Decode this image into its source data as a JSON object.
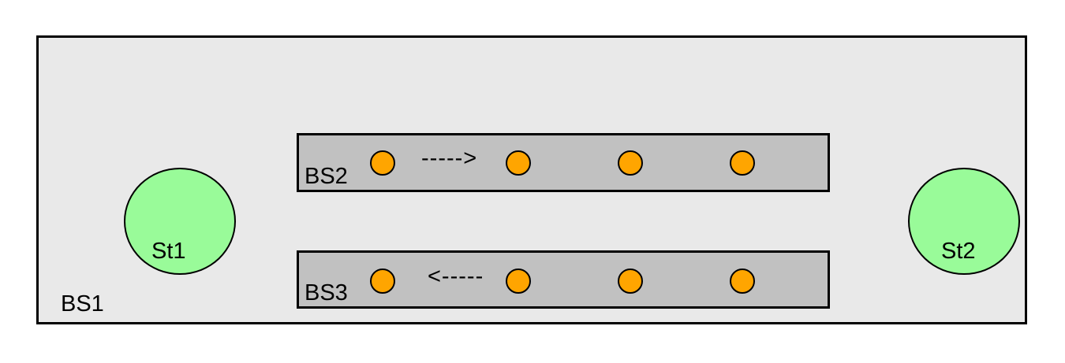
{
  "colors": {
    "background": "#ffffff",
    "region_fill": "#e9e9e9",
    "bus_fill": "#c1c1c1",
    "station_fill": "#99fb99",
    "node_fill": "#ffa500",
    "outline": "#000000"
  },
  "region": {
    "label": "BS1"
  },
  "stations": [
    {
      "label": "St1"
    },
    {
      "label": "St2"
    }
  ],
  "buses": [
    {
      "label": "BS2",
      "arrow": "----->",
      "direction": "right",
      "node_count": 4
    },
    {
      "label": "BS3",
      "arrow": "<-----",
      "direction": "left",
      "node_count": 4
    }
  ]
}
